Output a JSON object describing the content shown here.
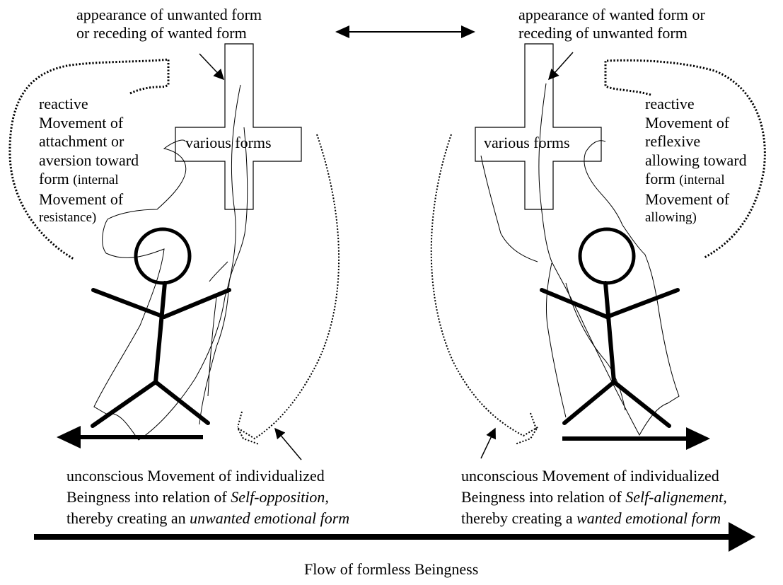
{
  "top_left": {
    "line1": "appearance of unwanted form",
    "line2": "or receding of wanted form"
  },
  "top_right": {
    "line1": "appearance of wanted form or",
    "line2": "receding of unwanted form"
  },
  "left_form_label": "various forms",
  "right_form_label": "various forms",
  "left_side_text": {
    "lines": [
      "reactive",
      "Movement of",
      "attachment or",
      "aversion toward",
      "form",
      "(internal",
      "Movement of",
      "resistance)"
    ]
  },
  "right_side_text": {
    "lines": [
      "reactive",
      "Movement of",
      "reflexive",
      "allowing toward",
      "form",
      "(internal",
      "Movement of",
      "allowing)"
    ]
  },
  "bottom_left": {
    "line1": "unconscious Movement of individualized",
    "line2_plain": "Beingness into relation of ",
    "line2_italic": "Self-opposition,",
    "line3_plain": "thereby creating an ",
    "line3_italic": "unwanted emotional form"
  },
  "bottom_right": {
    "line1": "unconscious Movement of individualized",
    "line2_plain": "Beingness into relation of ",
    "line2_italic": "Self-alignement,",
    "line3_plain": "thereby creating a ",
    "line3_italic": "wanted emotional form"
  },
  "flow_label": "Flow of formless Beingness",
  "colors": {
    "ink": "#000000",
    "background": "#ffffff"
  }
}
